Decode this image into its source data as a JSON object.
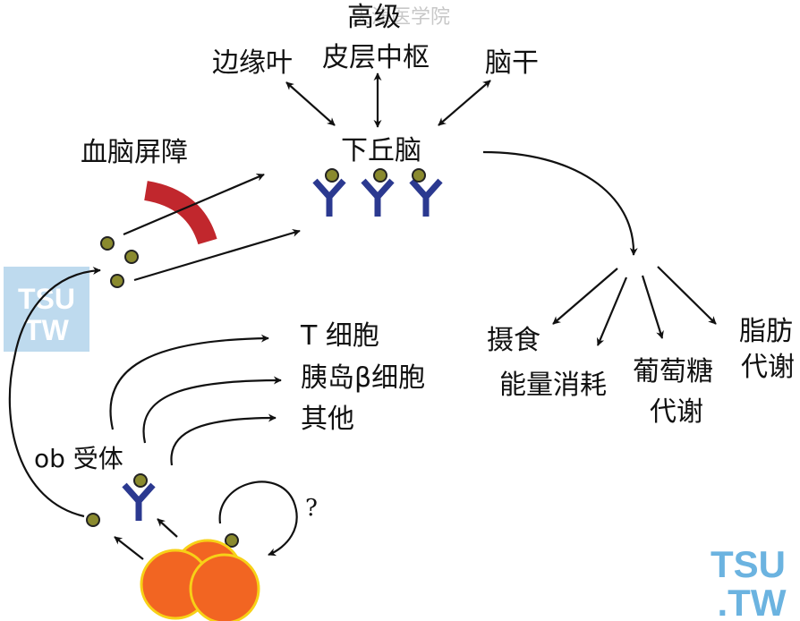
{
  "watermark_top": "天津医学院",
  "labels": {
    "higher_cortex_1": "高级",
    "higher_cortex_2": "皮层中枢",
    "limbic": "边缘叶",
    "brainstem": "脑干",
    "hypothalamus": "下丘脑",
    "bbb": "血脑屏障",
    "t_cell": "T 细胞",
    "beta_cell": "胰岛β细胞",
    "other": "其他",
    "ob_receptor": "ob 受体",
    "question": "?",
    "feeding": "摄食",
    "energy": "能量消耗",
    "glucose_1": "葡萄糖",
    "glucose_2": "代谢",
    "fat_1": "脂肪",
    "fat_2": "代谢"
  },
  "watermark": {
    "line1": "TSU",
    "line2": "TW",
    "line2_dot": ".TW"
  },
  "colors": {
    "receptor": "#2b3990",
    "leptin_fill": "#8a8a2e",
    "bbb": "#c1272d",
    "adipocyte_fill": "#f26522",
    "adipocyte_stroke": "#f7d117",
    "watermark": "#5ea8d8"
  }
}
